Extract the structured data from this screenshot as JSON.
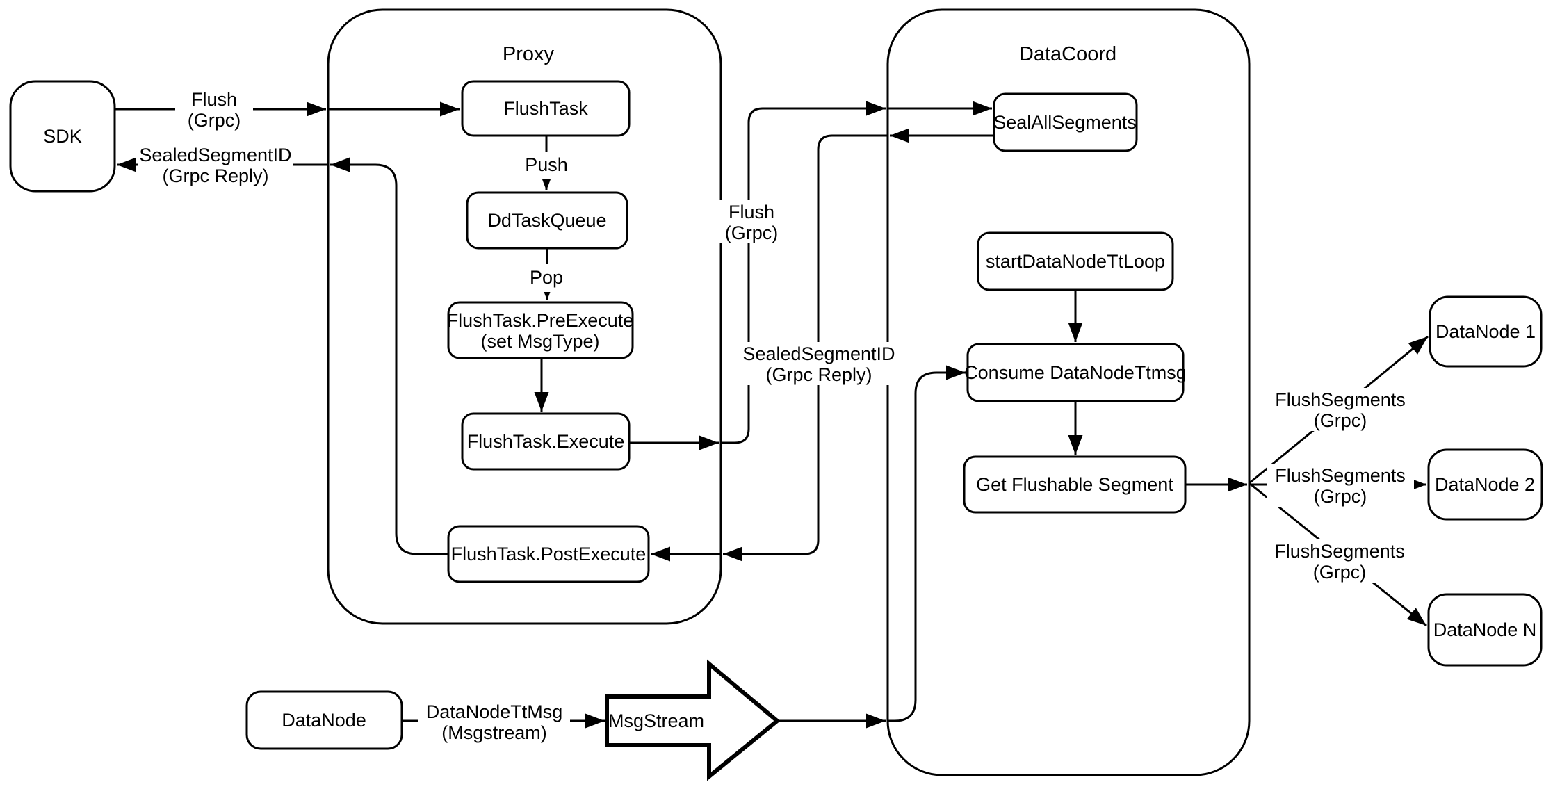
{
  "diagram": {
    "colors": {
      "line": "#000000",
      "background": "#ffffff"
    },
    "containers": {
      "proxy": "Proxy",
      "datacoord": "DataCoord"
    },
    "nodes": {
      "sdk": "SDK",
      "flush_task": "FlushTask",
      "dd_task_queue": "DdTaskQueue",
      "pre_execute_l1": "FlushTask.PreExecute",
      "pre_execute_l2": "(set MsgType)",
      "execute": "FlushTask.Execute",
      "post_execute": "FlushTask.PostExecute",
      "seal_all_segments": "SealAllSegments",
      "start_datanode_tt_loop": "startDataNodeTtLoop",
      "consume_datanode_ttmsg": "Consume DataNodeTtmsg",
      "get_flushable_segment": "Get Flushable Segment",
      "datanode_1": "DataNode 1",
      "datanode_2": "DataNode 2",
      "datanode_n": "DataNode N",
      "datanode": "DataNode",
      "msgstream": "MsgStream"
    },
    "edge_labels": {
      "flush_sdk_l1": "Flush",
      "flush_sdk_l2": "(Grpc)",
      "sealed_sdk_l1": "SealedSegmentID",
      "sealed_sdk_l2": "(Grpc Reply)",
      "push": "Push",
      "pop": "Pop",
      "flush_dc_l1": "Flush",
      "flush_dc_l2": "(Grpc)",
      "sealed_dc_l1": "SealedSegmentID",
      "sealed_dc_l2": "(Grpc Reply)",
      "flush_segments_1_l1": "FlushSegments",
      "flush_segments_1_l2": "(Grpc)",
      "flush_segments_2_l1": "FlushSegments",
      "flush_segments_2_l2": "(Grpc)",
      "flush_segments_3_l1": "FlushSegments",
      "flush_segments_3_l2": "(Grpc)",
      "datanode_ttmsg_l1": "DataNodeTtMsg",
      "datanode_ttmsg_l2": "(Msgstream)"
    }
  }
}
